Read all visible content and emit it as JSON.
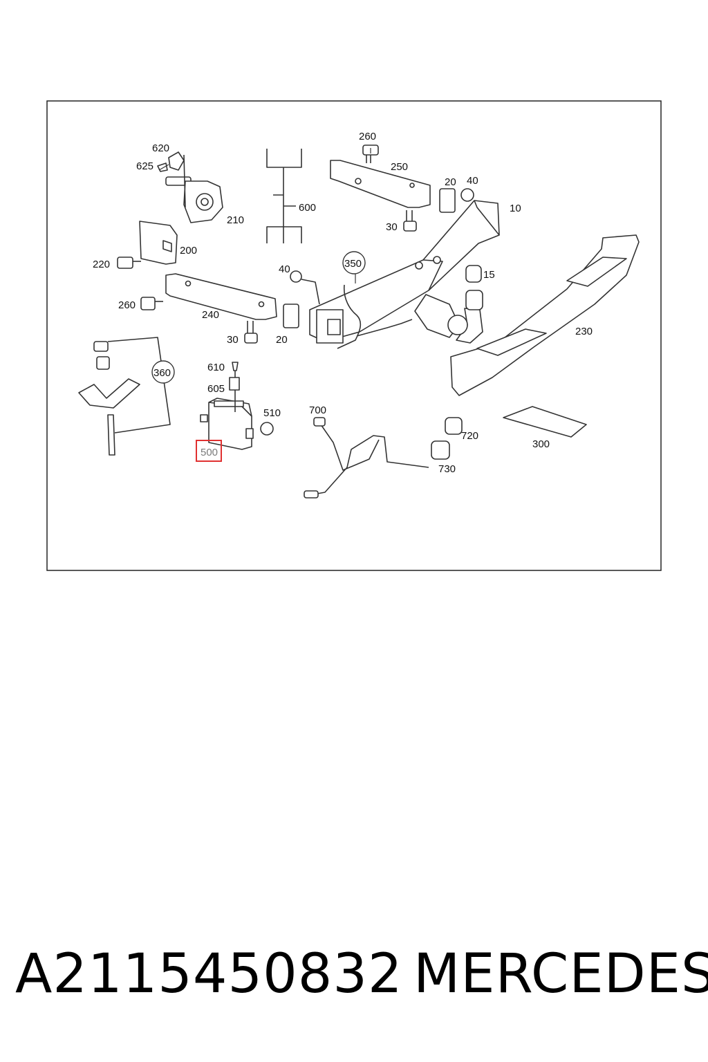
{
  "diagram": {
    "labels": {
      "l10": "10",
      "l15": "15",
      "l20a": "20",
      "l20b": "20",
      "l30a": "30",
      "l30b": "30",
      "l40a": "40",
      "l40b": "40",
      "l200": "200",
      "l210": "210",
      "l220": "220",
      "l230": "230",
      "l240": "240",
      "l250": "250",
      "l260a": "260",
      "l260b": "260",
      "l300": "300",
      "l350": "350",
      "l360": "360",
      "l500": "500",
      "l510": "510",
      "l600": "600",
      "l605": "605",
      "l610": "610",
      "l620": "620",
      "l625": "625",
      "l700": "700",
      "l720": "720",
      "l730": "730"
    },
    "highlighted_part": "500",
    "highlight_color": "#e03030"
  },
  "caption": {
    "part_number": "A2115450832",
    "brand": "MERCEDES"
  }
}
